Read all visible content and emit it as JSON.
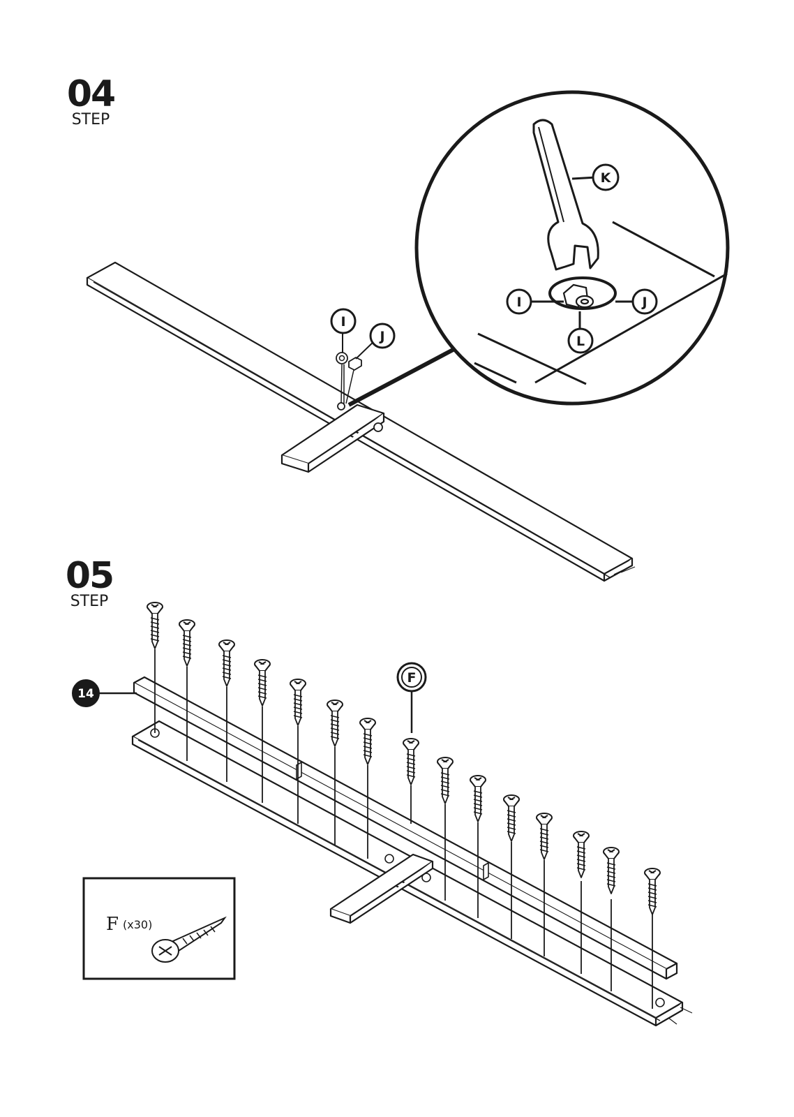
{
  "steps": [
    {
      "number": "04",
      "label": "STEP",
      "callouts": {
        "nut": "I",
        "washer": "J",
        "wrench": "K",
        "bolt": "L",
        "detail_nut": "I",
        "detail_washer": "J"
      }
    },
    {
      "number": "05",
      "label": "STEP",
      "callouts": {
        "screw": "F",
        "part": "14"
      }
    }
  ],
  "legend": {
    "letter": "F",
    "quantity": "(x30)"
  },
  "colors": {
    "ink": "#1a1a1a",
    "paper": "#ffffff"
  }
}
